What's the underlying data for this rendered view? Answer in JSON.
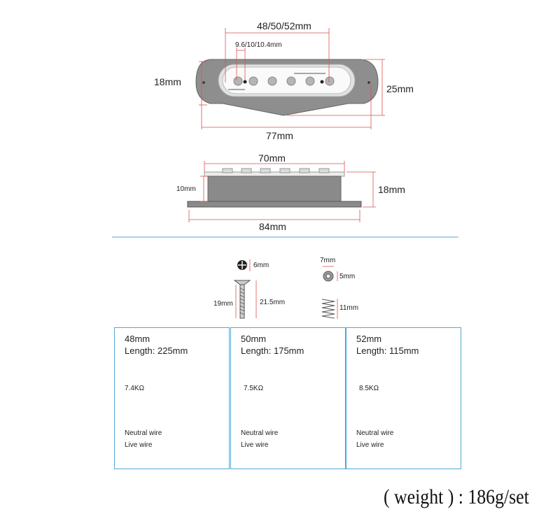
{
  "top_view": {
    "pole_spacing": "48/50/52mm",
    "pole_diameter": "9.6/10/10.4mm",
    "height_left": "18mm",
    "height_right": "25mm",
    "total_length": "77mm"
  },
  "side_view": {
    "top_length": "70mm",
    "body_height": "10mm",
    "total_height": "18mm",
    "base_length": "84mm"
  },
  "hardware": {
    "screw_head": "6mm",
    "screw_shank": "19mm",
    "screw_total": "21.5mm",
    "washer_outer": "7mm",
    "washer_inner": "5mm",
    "spring_length": "11mm"
  },
  "panels": [
    {
      "size": "48mm",
      "length": "Length: 225mm",
      "resistance": "7.4KΩ",
      "neutral": "Neutral wire",
      "live": "Live wire"
    },
    {
      "size": "50mm",
      "length": "Length: 175mm",
      "resistance": "7.5KΩ",
      "neutral": "Neutral wire",
      "live": "Live wire"
    },
    {
      "size": "52mm",
      "length": "Length: 115mm",
      "resistance": "8.5KΩ",
      "neutral": "Neutral wire",
      "live": "Live wire"
    }
  ],
  "weight": "( weight ) : 186g/set",
  "colors": {
    "panel_border": "#4fa7d6",
    "dimension_line": "#d9534f",
    "pickup_body": "#8a8a8a",
    "divider": "#4fa7d6"
  }
}
